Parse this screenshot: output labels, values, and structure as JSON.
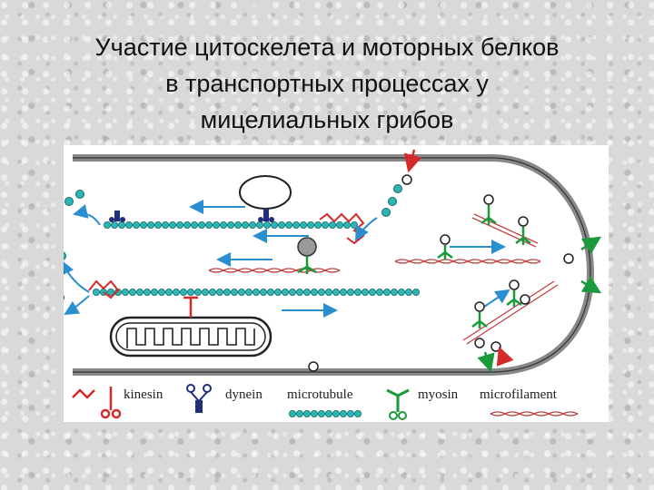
{
  "slide": {
    "title_lines": [
      "Участие цитоскелета и моторных белков",
      "в транспортных процессах у",
      "мицелиальных грибов"
    ]
  },
  "legend": {
    "kinesin": "kinesin",
    "dynein": "dynein",
    "microtubule": "microtubule",
    "myosin": "myosin",
    "microfilament": "microfilament"
  },
  "colors": {
    "microtubule": "#2bb5b5",
    "kinesin": "#d42a2a",
    "dynein": "#1f2f7a",
    "myosin": "#1a9a3a",
    "microfilament": "#c04040",
    "transport_arrow": "#2a8fd0",
    "membrane": "#888888"
  }
}
